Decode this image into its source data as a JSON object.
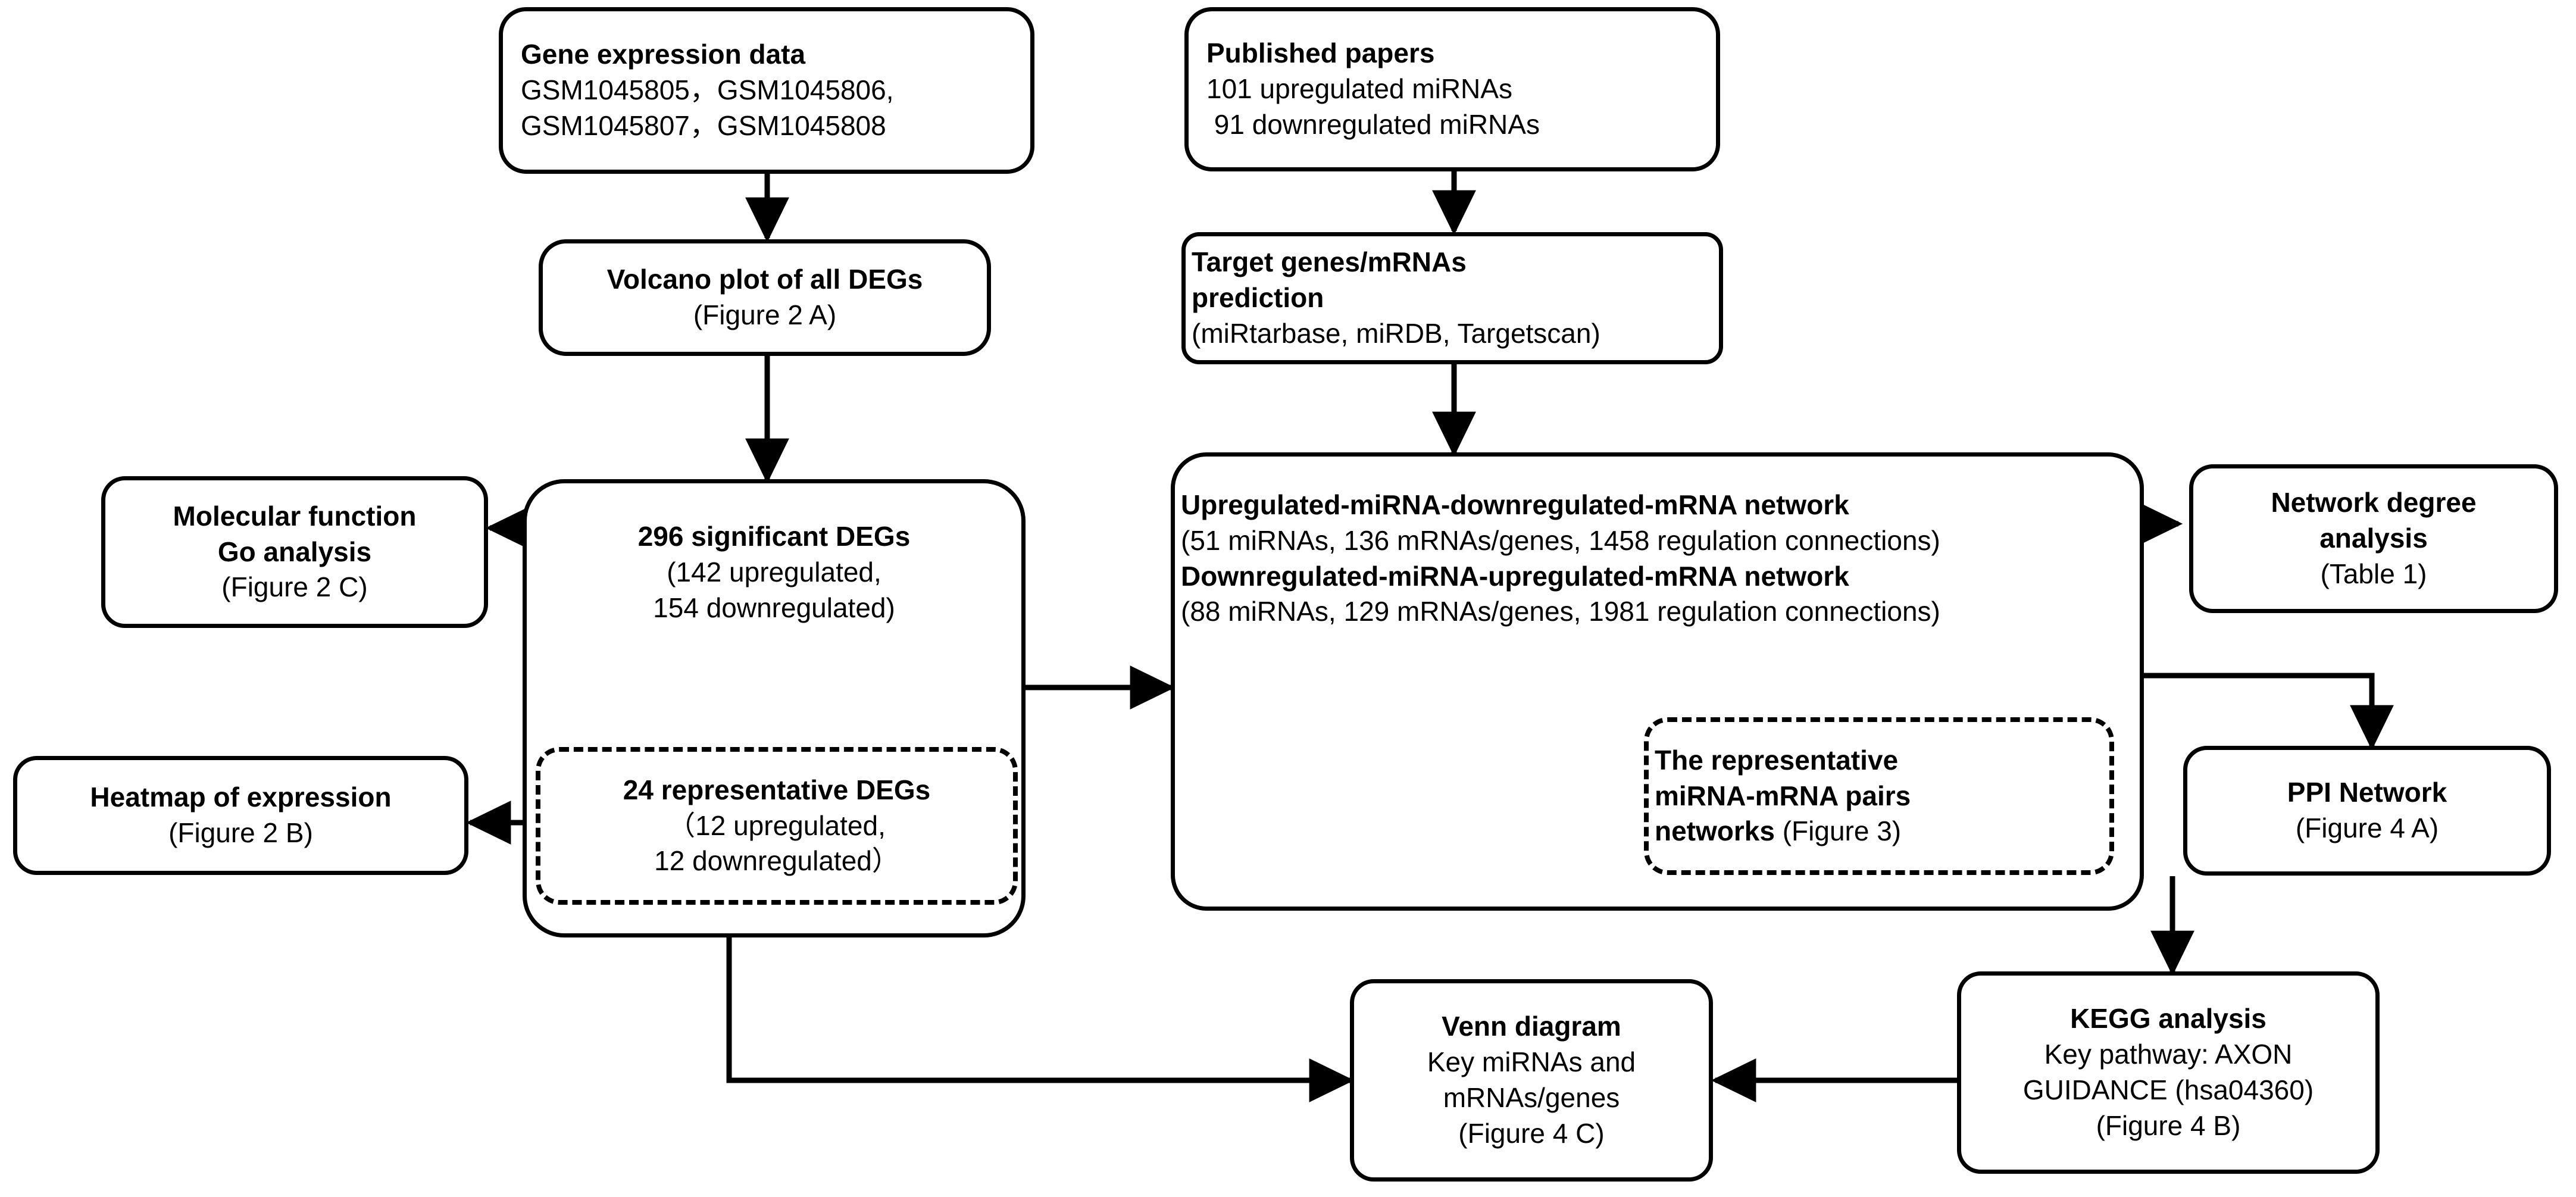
{
  "diagram": {
    "title": "Study workflow flowchart",
    "stroke_color": "#000000",
    "background_color": "#ffffff",
    "nodes": {
      "gene_expression_data": {
        "name": "Gene expression data",
        "lines": [
          {
            "text": "Gene expression data",
            "bold": true
          },
          {
            "text": "GSM1045805，GSM1045806,",
            "bold": false
          },
          {
            "text": "GSM1045807，GSM1045808",
            "bold": false
          }
        ]
      },
      "published_papers": {
        "name": "Published papers",
        "lines": [
          {
            "text": "Published papers",
            "bold": true
          },
          {
            "text": "101 upregulated miRNAs",
            "bold": false
          },
          {
            "text": " 91 downregulated miRNAs",
            "bold": false
          }
        ]
      },
      "volcano_plot": {
        "name": "Volcano plot of all DEGs",
        "lines": [
          {
            "text": "Volcano plot of all DEGs",
            "bold": true
          },
          {
            "text": "(Figure 2 A)",
            "bold": false
          }
        ]
      },
      "target_prediction": {
        "name": "Target genes/mRNAs prediction",
        "lines": [
          {
            "text": "Target genes/mRNAs",
            "bold": true
          },
          {
            "text": "prediction",
            "bold": true
          },
          {
            "text": "(miRtarbase, miRDB, Targetscan)",
            "bold": false
          }
        ]
      },
      "significant_degs": {
        "name": "296 significant DEGs",
        "lines": [
          {
            "text": "296 significant DEGs",
            "bold": true
          },
          {
            "text": "(142 upregulated,",
            "bold": false
          },
          {
            "text": "154 downregulated)",
            "bold": false
          }
        ]
      },
      "representative_degs": {
        "name": "24 representative DEGs",
        "lines": [
          {
            "text": "24 representative DEGs",
            "bold": true
          },
          {
            "text": "（12 upregulated,",
            "bold": false
          },
          {
            "text": "12 downregulated）",
            "bold": false
          }
        ]
      },
      "molecular_function_go": {
        "name": "Molecular function Go analysis",
        "lines": [
          {
            "text": "Molecular function",
            "bold": true
          },
          {
            "text": "Go analysis",
            "bold": true
          },
          {
            "text": "(Figure 2 C)",
            "bold": false
          }
        ]
      },
      "heatmap": {
        "name": "Heatmap of expression",
        "lines": [
          {
            "text": "Heatmap of expression",
            "bold": true
          },
          {
            "text": "(Figure 2 B)",
            "bold": false
          }
        ]
      },
      "mirna_mrna_networks": {
        "name": "miRNA-mRNA regulation networks",
        "lines": [
          {
            "text": "Upregulated-miRNA-downregulated-mRNA network",
            "bold": true
          },
          {
            "text": "(51 miRNAs, 136 mRNAs/genes, 1458 regulation connections)",
            "bold": false
          },
          {
            "text": "Downregulated-miRNA-upregulated-mRNA network",
            "bold": true
          },
          {
            "text": "(88 miRNAs, 129 mRNAs/genes, 1981 regulation connections)",
            "bold": false
          }
        ]
      },
      "representative_pairs": {
        "name": "The representative miRNA-mRNA pairs networks",
        "lines": [
          {
            "text": "The representative",
            "bold": true
          },
          {
            "text": "miRNA-mRNA pairs",
            "bold": true
          },
          {
            "text": "networks (Figure 3)",
            "bold": true,
            "tail_regular": " (Figure 3)",
            "head_bold": "networks"
          }
        ]
      },
      "network_degree": {
        "name": "Network degree analysis",
        "lines": [
          {
            "text": "Network degree",
            "bold": true
          },
          {
            "text": "analysis",
            "bold": true
          },
          {
            "text": "(Table 1)",
            "bold": false
          }
        ]
      },
      "ppi_network": {
        "name": "PPI Network",
        "lines": [
          {
            "text": "PPI Network",
            "bold": true
          },
          {
            "text": "(Figure 4 A)",
            "bold": false
          }
        ]
      },
      "kegg_analysis": {
        "name": "KEGG analysis",
        "lines": [
          {
            "text": "KEGG analysis",
            "bold": true
          },
          {
            "text": "Key pathway: AXON",
            "bold": false
          },
          {
            "text": "GUIDANCE (hsa04360)",
            "bold": false
          },
          {
            "text": "(Figure 4 B)",
            "bold": false
          }
        ]
      },
      "venn_diagram": {
        "name": "Venn diagram",
        "lines": [
          {
            "text": "Venn diagram",
            "bold": true
          },
          {
            "text": "Key miRNAs and",
            "bold": false
          },
          {
            "text": "mRNAs/genes",
            "bold": false
          },
          {
            "text": "(Figure 4 C)",
            "bold": false
          }
        ]
      }
    },
    "edges": [
      {
        "from": "gene_expression_data",
        "to": "volcano_plot"
      },
      {
        "from": "volcano_plot",
        "to": "significant_degs"
      },
      {
        "from": "published_papers",
        "to": "target_prediction"
      },
      {
        "from": "target_prediction",
        "to": "mirna_mrna_networks"
      },
      {
        "from": "significant_degs",
        "to": "molecular_function_go"
      },
      {
        "from": "significant_degs",
        "to": "heatmap"
      },
      {
        "from": "significant_degs",
        "to": "mirna_mrna_networks"
      },
      {
        "from": "significant_degs",
        "to": "venn_diagram"
      },
      {
        "from": "mirna_mrna_networks",
        "to": "network_degree"
      },
      {
        "from": "mirna_mrna_networks",
        "to": "ppi_network"
      },
      {
        "from": "ppi_network",
        "to": "kegg_analysis"
      },
      {
        "from": "kegg_analysis",
        "to": "venn_diagram"
      }
    ]
  }
}
